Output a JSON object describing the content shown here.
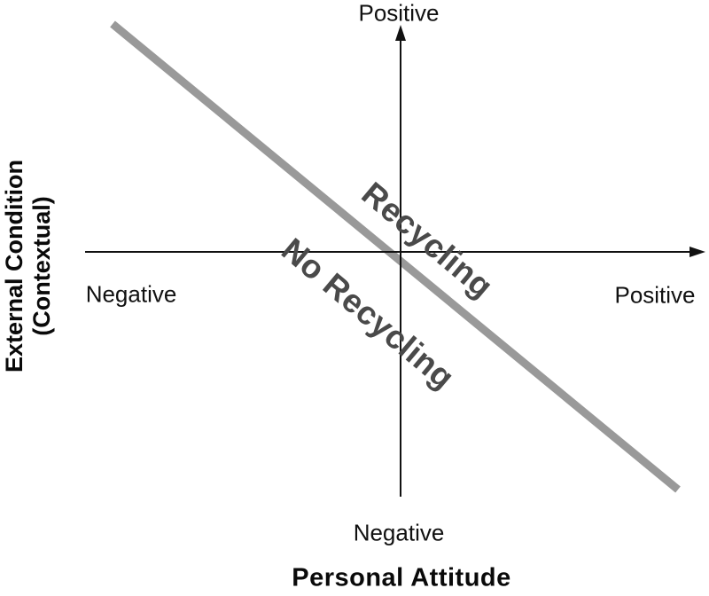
{
  "diagram": {
    "y_axis": {
      "title_line1": "External Condition",
      "title_line2": "(Contextual)",
      "top_label": "Positive",
      "bottom_label": "Negative"
    },
    "x_axis": {
      "title": "Personal Attitude",
      "left_label": "Negative",
      "right_label": "Positive"
    },
    "regions": {
      "above_line": "Recycling",
      "below_line": "No Recycling"
    },
    "colors": {
      "axis": "#111111",
      "divider_line": "#999999",
      "region_text": "#4a4a4a",
      "background": "#ffffff"
    }
  }
}
